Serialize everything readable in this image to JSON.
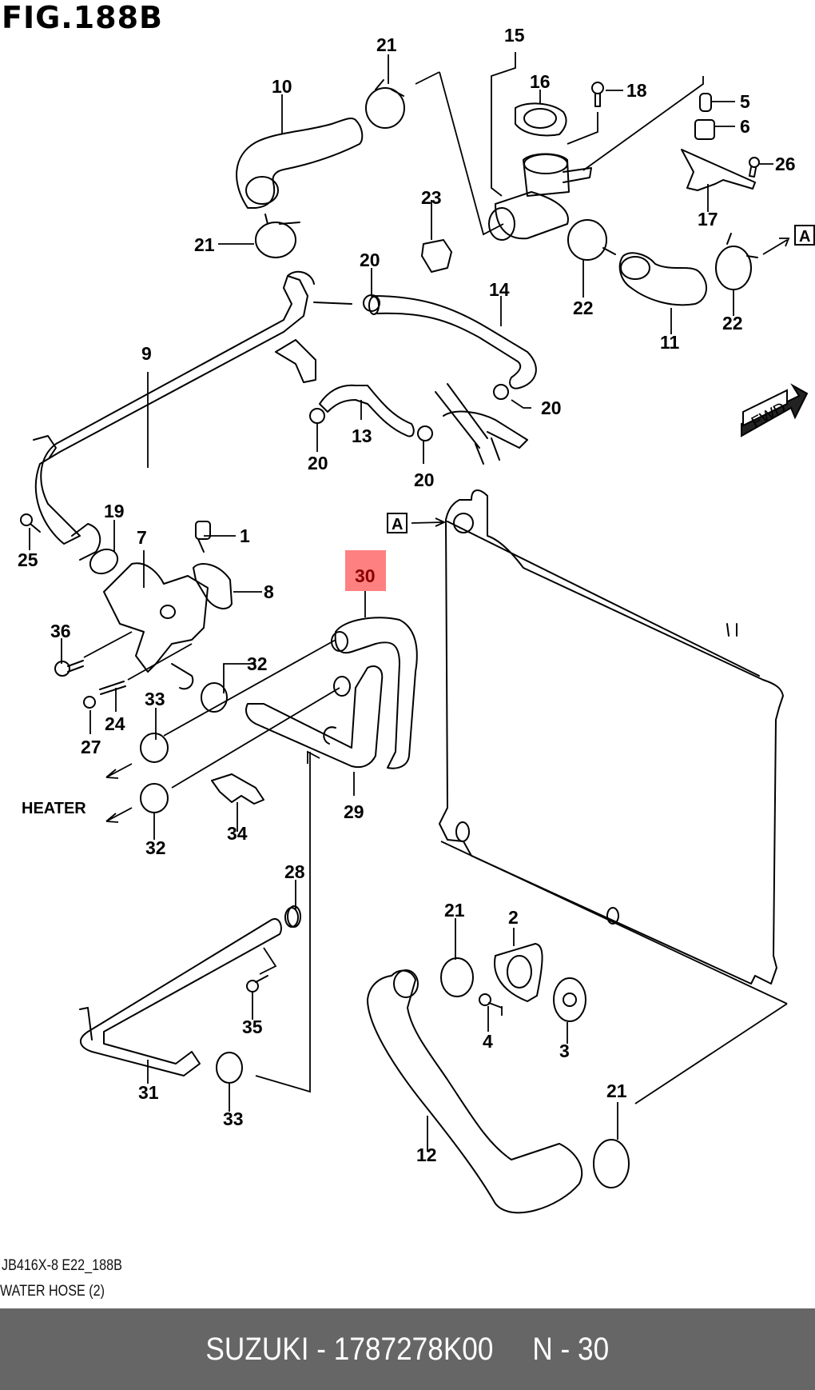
{
  "figure": {
    "title": "FIG.188B",
    "code": "JB416X-8 E22_188B",
    "name": "WATER HOSE (2)"
  },
  "highlight": {
    "part_number": "30",
    "fill_color": "#ff8080",
    "text_color": "#8b0000"
  },
  "callouts": {
    "p1": "1",
    "p2": "2",
    "p3": "3",
    "p4": "4",
    "p5": "5",
    "p6": "6",
    "p7": "7",
    "p8": "8",
    "p9": "9",
    "p10": "10",
    "p11": "11",
    "p12": "12",
    "p13": "13",
    "p14": "14",
    "p15": "15",
    "p16": "16",
    "p17": "17",
    "p18": "18",
    "p19": "19",
    "p20a": "20",
    "p20b": "20",
    "p20c": "20",
    "p20d": "20",
    "p21a": "21",
    "p21b": "21",
    "p21c": "21",
    "p21d": "21",
    "p22a": "22",
    "p22b": "22",
    "p23": "23",
    "p24": "24",
    "p25": "25",
    "p26": "26",
    "p27": "27",
    "p28": "28",
    "p29": "29",
    "p30": "30",
    "p31": "31",
    "p32a": "32",
    "p32b": "32",
    "p33a": "33",
    "p33b": "33",
    "p34": "34",
    "p35": "35",
    "p36": "36"
  },
  "annotations": {
    "heater": "HEATER",
    "ref_a": "A",
    "fwd": "FWD"
  },
  "footer": {
    "text": "SUZUKI - 1787278K00     N - 30",
    "background": "#666666"
  }
}
